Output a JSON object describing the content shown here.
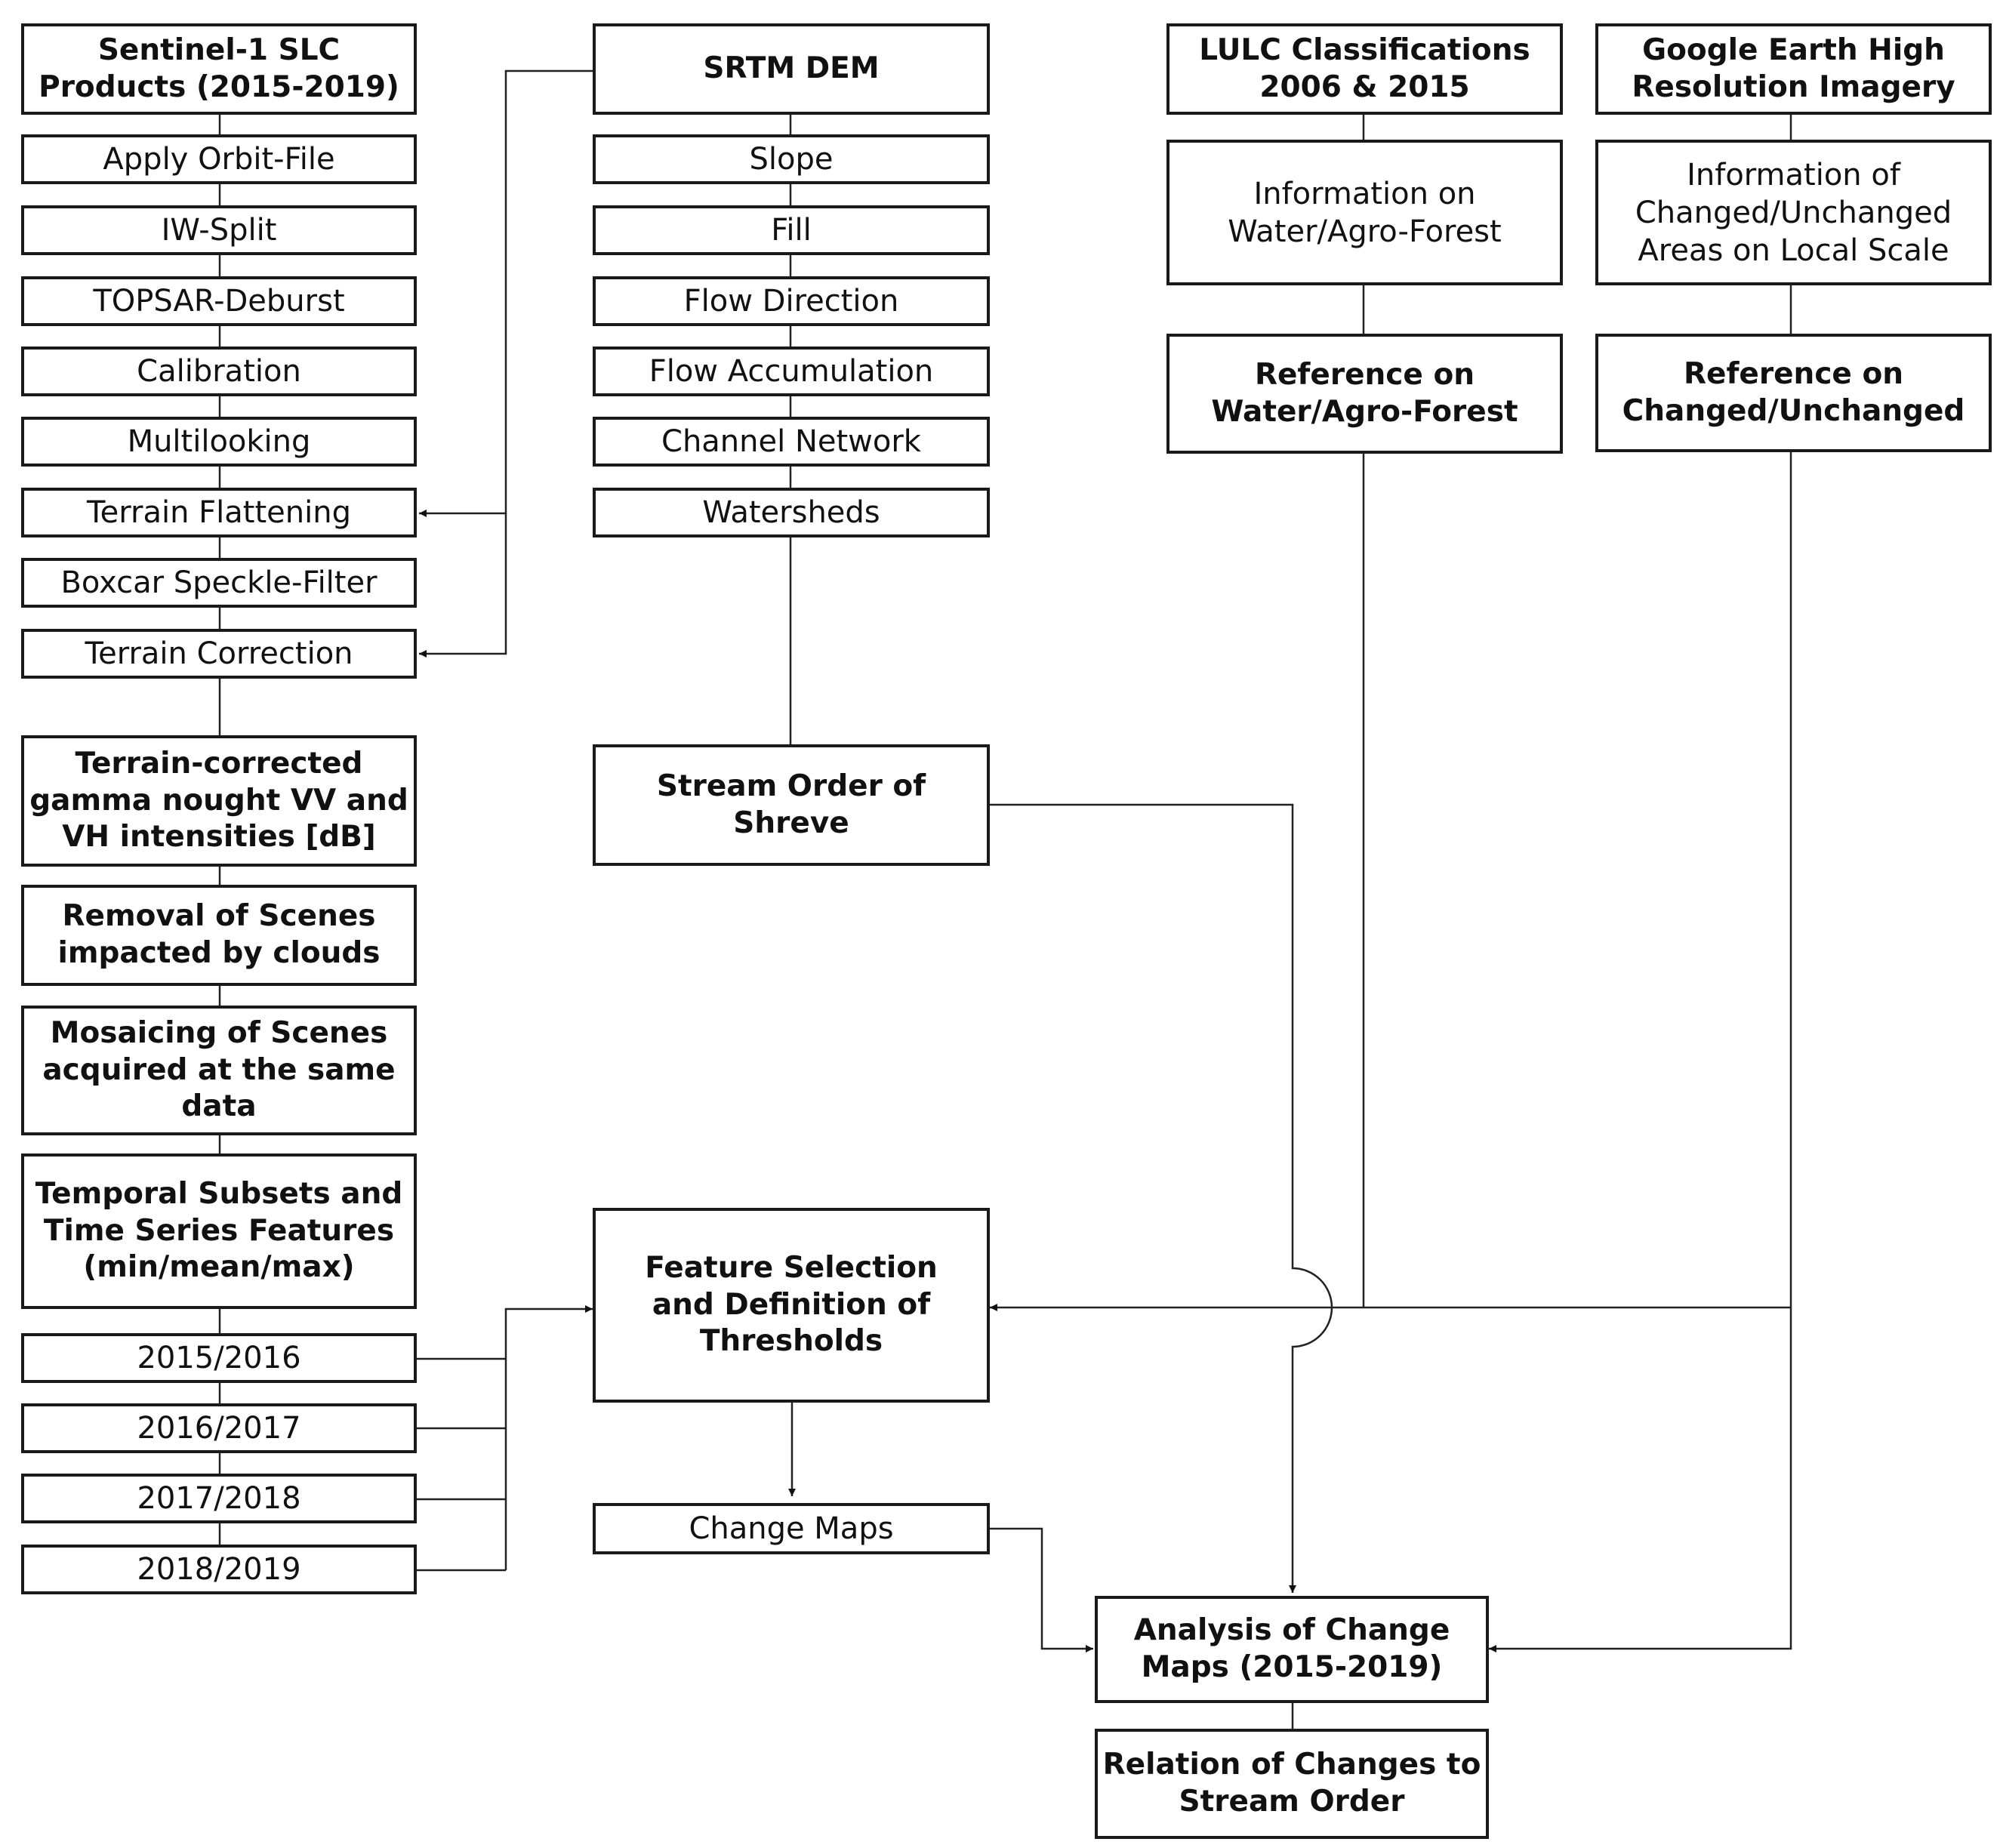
{
  "boxes": {
    "sentinel": "Sentinel-1 SLC\nProducts (2015-2019)",
    "orbit": "Apply Orbit-File",
    "iwsplit": "IW-Split",
    "deburst": "TOPSAR-Deburst",
    "calibration": "Calibration",
    "multilooking": "Multilooking",
    "terrain_flattening": "Terrain Flattening",
    "boxcar": "Boxcar Speckle-Filter",
    "terrain_correction": "Terrain Correction",
    "gamma": "Terrain-corrected\ngamma nought VV and\nVH intensities [dB]",
    "removal": "Removal of Scenes\nimpacted by clouds",
    "mosaicing": "Mosaicing of Scenes\nacquired at the same\ndata",
    "temporal": "Temporal Subsets and\nTime Series Features\n(min/mean/max)",
    "y1516": "2015/2016",
    "y1617": "2016/2017",
    "y1718": "2017/2018",
    "y1819": "2018/2019",
    "srtm": "SRTM DEM",
    "slope": "Slope",
    "fill": "Fill",
    "flow_direction": "Flow Direction",
    "flow_accumulation": "Flow Accumulation",
    "channel_network": "Channel Network",
    "watersheds": "Watersheds",
    "stream_order": "Stream Order of\nShreve",
    "feature_selection": "Feature Selection\nand Definition of\nThresholds",
    "change_maps": "Change Maps",
    "lulc": "LULC Classifications\n2006 & 2015",
    "lulc_info": "Information on\nWater/Agro-Forest",
    "lulc_ref": "Reference on\nWater/Agro-Forest",
    "google": "Google Earth High\nResolution Imagery",
    "google_info": "Information of\nChanged/Unchanged\nAreas on Local Scale",
    "google_ref": "Reference on\nChanged/Unchanged",
    "analysis": "Analysis of Change\nMaps (2015-2019)",
    "relation": "Relation of Changes to\nStream Order"
  }
}
